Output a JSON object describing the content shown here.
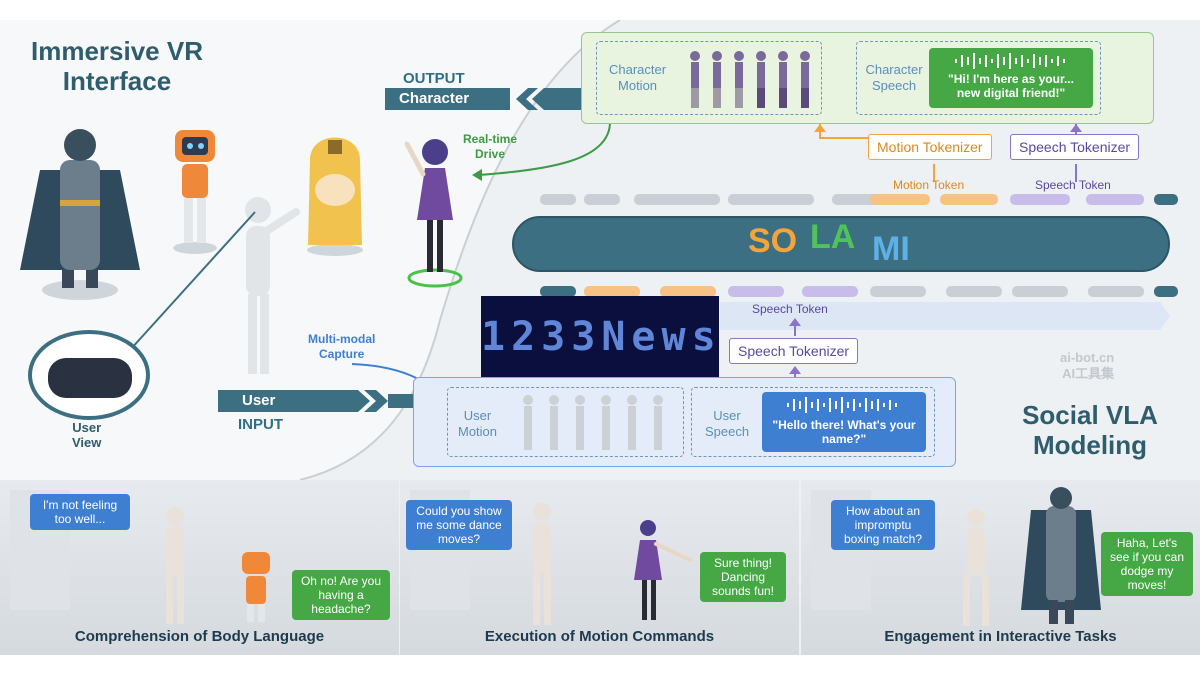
{
  "left": {
    "title_line1": "Immersive VR",
    "title_line2": "Interface",
    "user_view_line1": "User",
    "user_view_line2": "View"
  },
  "output": {
    "label": "OUTPUT",
    "banner": "Character",
    "drive_line1": "Real-time",
    "drive_line2": "Drive"
  },
  "input": {
    "label": "INPUT",
    "banner": "User",
    "capture_line1": "Multi-modal",
    "capture_line2": "Capture"
  },
  "top_panel": {
    "motion_line1": "Character",
    "motion_line2": "Motion",
    "speech_line1": "Character",
    "speech_line2": "Speech",
    "speech_bubble": "\"Hi! I'm here as your... new digital friend!\""
  },
  "tokenizers": {
    "motion": "Motion Tokenizer",
    "speech_top": "Speech Tokenizer",
    "speech_bottom": "Speech Tokenizer"
  },
  "token_labels": {
    "motion": "Motion Token",
    "speech_top": "Speech Token",
    "speech_bottom": "Speech Token"
  },
  "model": {
    "syl1": "SO",
    "syl2": "LA",
    "syl3": "MI"
  },
  "bottom_panel": {
    "motion_line1": "User",
    "motion_line2": "Motion",
    "speech_line1": "User",
    "speech_line2": "Speech",
    "speech_bubble": "\"Hello there! What's your name?\""
  },
  "right": {
    "title_line1": "Social VLA",
    "title_line2": "Modeling"
  },
  "watermark": {
    "line1": "ai-bot.cn",
    "line2": "AI工具集"
  },
  "news_logo": "1233News",
  "scenes": [
    {
      "user_bubble": "I'm not feeling too well...",
      "reply_bubble": "Oh no! Are you having a headache?",
      "caption": "Comprehension of Body Language"
    },
    {
      "user_bubble": "Could you show me some dance moves?",
      "reply_bubble": "Sure thing! Dancing sounds fun!",
      "caption": "Execution of Motion Commands"
    },
    {
      "user_bubble": "How about an impromptu boxing match?",
      "reply_bubble": "Haha, Let's see if you can dodge my moves!",
      "caption": "Engagement in Interactive Tasks"
    }
  ],
  "colors": {
    "teal": "#3d6f82",
    "orange": "#f3a53b",
    "purple": "#8a73c9",
    "green": "#45a844",
    "blue": "#3e7fd1"
  }
}
